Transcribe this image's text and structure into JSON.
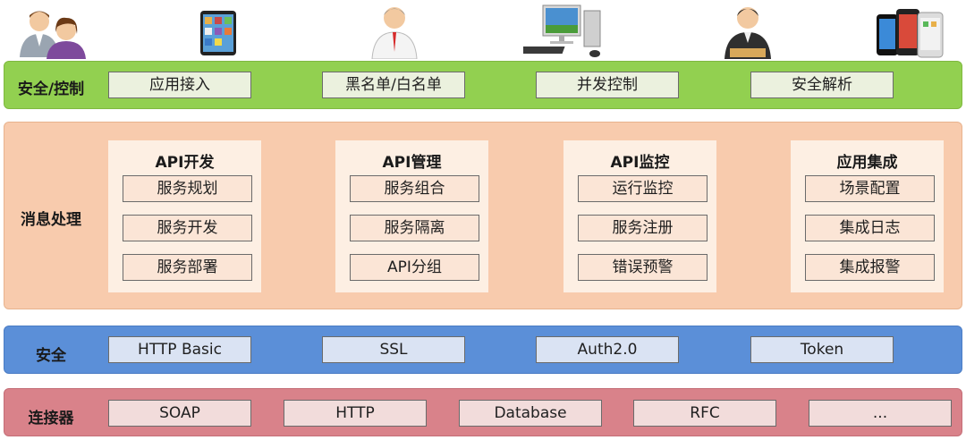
{
  "icons": [
    "users-icon",
    "tablet-icon",
    "businessman-icon",
    "desktop-computer-icon",
    "operator-icon",
    "smartphones-icon"
  ],
  "control_layer": {
    "label": "安全/控制",
    "items": [
      "应用接入",
      "黑名单/白名单",
      "并发控制",
      "安全解析"
    ]
  },
  "message_layer": {
    "label": "消息处理",
    "modules": [
      {
        "title": "API开发",
        "items": [
          "服务规划",
          "服务开发",
          "服务部署"
        ]
      },
      {
        "title": "API管理",
        "items": [
          "服务组合",
          "服务隔离",
          "API分组"
        ]
      },
      {
        "title": "API监控",
        "items": [
          "运行监控",
          "服务注册",
          "错误预警"
        ]
      },
      {
        "title": "应用集成",
        "items": [
          "场景配置",
          "集成日志",
          "集成报警"
        ]
      }
    ]
  },
  "security_layer": {
    "label": "安全",
    "items": [
      "HTTP Basic",
      "SSL",
      "Auth2.0",
      "Token"
    ]
  },
  "connector_layer": {
    "label": "连接器",
    "items": [
      "SOAP",
      "HTTP",
      "Database",
      "RFC",
      "..."
    ]
  }
}
